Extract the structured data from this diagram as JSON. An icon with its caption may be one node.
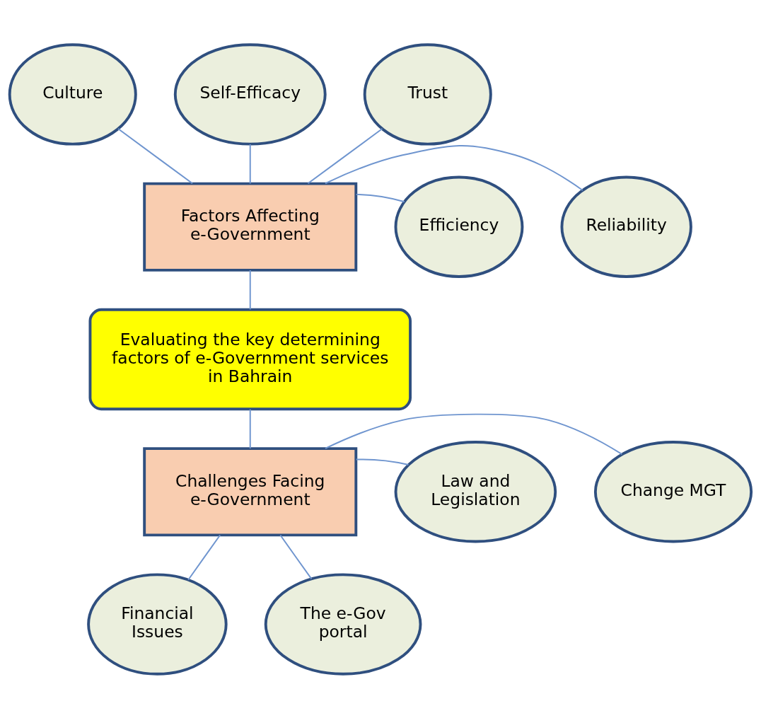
{
  "diagram": {
    "nodes": [
      {
        "text": [
          "Culture"
        ]
      },
      {
        "text": [
          "Self-Efficacy"
        ]
      },
      {
        "text": [
          "Trust"
        ]
      },
      {
        "text": [
          "Factors Affecting e-Government"
        ]
      },
      {
        "text": [
          "Reliability"
        ]
      },
      {
        "text": [
          "Efficiency"
        ]
      },
      {
        "text": [
          "Evaluating the key determining factors of e-Government services in Bahrain"
        ]
      },
      {
        "text": [
          "Challenges Facing e-Government"
        ]
      },
      {
        "text": [
          "Change MGT"
        ]
      },
      {
        "text": [
          "Law and Legislation"
        ]
      },
      {
        "text": [
          "Financial Issues"
        ]
      },
      {
        "text": [
          "The e-Gov portal"
        ]
      }
    ],
    "edges": [
      {
        "from": 0,
        "to": 3,
        "arrow": "none"
      },
      {
        "from": 1,
        "to": 3,
        "arrow": "none"
      },
      {
        "from": 2,
        "to": 3,
        "arrow": "none"
      },
      {
        "from": 3,
        "to": 4,
        "arrow": "none"
      },
      {
        "from": 3,
        "to": 5,
        "arrow": "none"
      },
      {
        "from": 3,
        "to": 6,
        "arrow": "none"
      },
      {
        "from": 6,
        "to": 7,
        "arrow": "none"
      },
      {
        "from": 7,
        "to": 8,
        "arrow": "none"
      },
      {
        "from": 7,
        "to": 9,
        "arrow": "none"
      },
      {
        "from": 7,
        "to": 10,
        "arrow": "none"
      },
      {
        "from": 7,
        "to": 11,
        "arrow": "none"
      }
    ]
  }
}
